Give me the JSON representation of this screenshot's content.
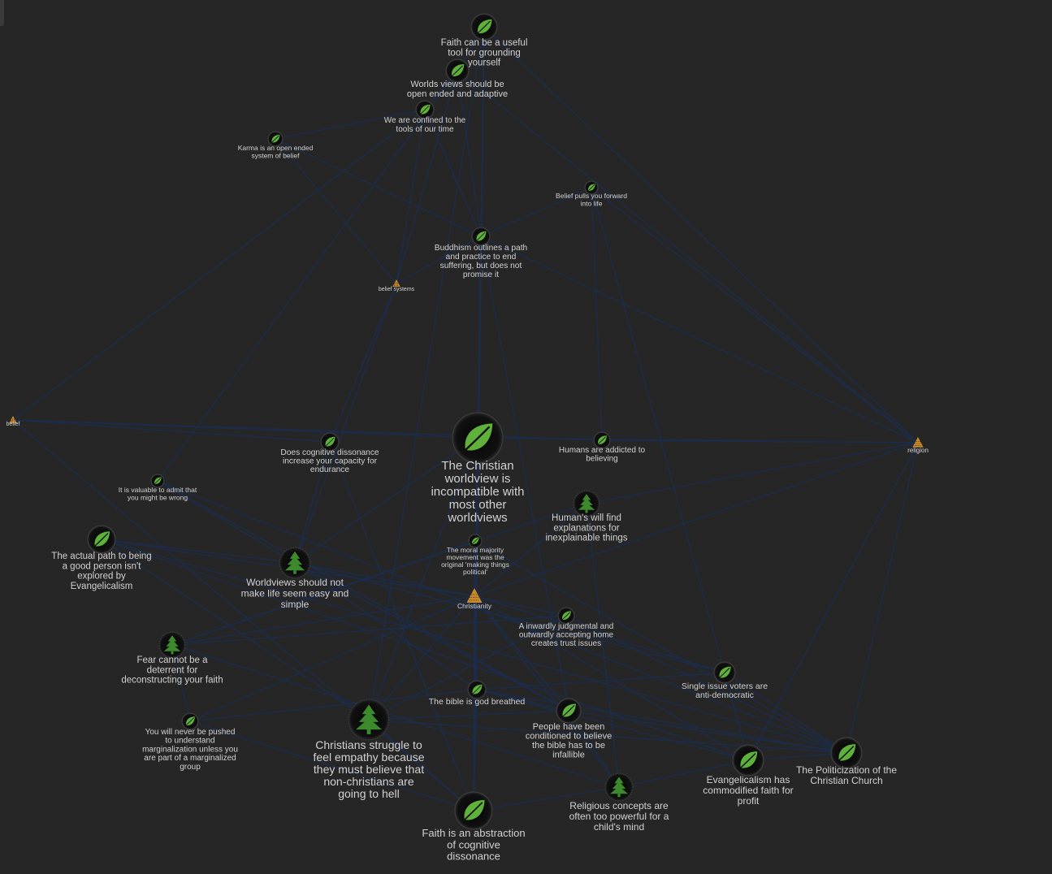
{
  "colors": {
    "background": "#262626",
    "edge": "#1c2d4f",
    "label": "#d2d2d2",
    "leaf": "#5fb13b",
    "tree": "#3d8a2c",
    "tag": "#c98a2a",
    "node_disc": "#0d0d0d"
  },
  "graph": {
    "nodes": [
      {
        "id": "n1",
        "type": "leaf",
        "label": "Faith can be a useful tool for grounding yourself",
        "lines": [
          "Faith can be a useful",
          "tool for grounding",
          "yourself"
        ]
      },
      {
        "id": "n2",
        "type": "leaf",
        "label": "Worlds views should be open ended and adaptive",
        "lines": [
          "Worlds views should be",
          "open ended and adaptive"
        ]
      },
      {
        "id": "n3",
        "type": "leaf",
        "label": "We are confined to the tools of our time",
        "lines": [
          "We are confined to the",
          "tools of our time"
        ]
      },
      {
        "id": "n4",
        "type": "leaf",
        "label": "Karma is an open ended system of belief",
        "lines": [
          "Karma is an open ended",
          "system of belief"
        ]
      },
      {
        "id": "n5",
        "type": "leaf",
        "label": "Belief pulls you forward into life",
        "lines": [
          "Belief pulls you forward",
          "into life"
        ]
      },
      {
        "id": "n6",
        "type": "leaf",
        "label": "Buddhism outlines a path and practice to end suffering, but does not promise it",
        "lines": [
          "Buddhism outlines a path",
          "and practice to end",
          "suffering, but does not",
          "promise it"
        ]
      },
      {
        "id": "t1",
        "type": "tag",
        "label": "belief systems",
        "lines": [
          "belief systems"
        ]
      },
      {
        "id": "t2",
        "type": "tag",
        "label": "belief",
        "lines": [
          "belief"
        ]
      },
      {
        "id": "t3",
        "type": "tag",
        "label": "religion",
        "lines": [
          "religion"
        ]
      },
      {
        "id": "t4",
        "type": "tag",
        "label": "Christianity",
        "lines": [
          "Christianity"
        ]
      },
      {
        "id": "n7",
        "type": "leaf",
        "label": "The Christian worldview is incompatible with most other worldviews",
        "lines": [
          "The Christian",
          "worldview is",
          "incompatible with",
          "most other",
          "worldviews"
        ]
      },
      {
        "id": "n8",
        "type": "leaf",
        "label": "Does cognitive dissonance increase your capacity for endurance",
        "lines": [
          "Does cognitive dissonance",
          "increase your capacity for",
          "endurance"
        ]
      },
      {
        "id": "n9",
        "type": "leaf",
        "label": "Humans are addicted to believing",
        "lines": [
          "Humans are addicted to",
          "believing"
        ]
      },
      {
        "id": "n10",
        "type": "leaf",
        "label": "It is valuable to admit that you might be wrong",
        "lines": [
          "It is valuable to admit that",
          "you might be wrong"
        ]
      },
      {
        "id": "n11",
        "type": "tree",
        "label": "Human's will find explanations for inexplainable things",
        "lines": [
          "Human's will find",
          "explanations for",
          "inexplainable things"
        ]
      },
      {
        "id": "n12",
        "type": "leaf",
        "label": "The actual path to being a good person isn't explored by Evangelicalism",
        "lines": [
          "The actual path to being",
          "a good person isn't",
          "explored by",
          "Evangelicalism"
        ]
      },
      {
        "id": "n13",
        "type": "tree",
        "label": "Worldviews should not make life seem easy and simple",
        "lines": [
          "Worldviews should not",
          "make life seem easy and",
          "simple"
        ]
      },
      {
        "id": "n14",
        "type": "leaf",
        "label": "The moral majority movement was the original 'making things political'",
        "lines": [
          "The moral majority",
          "movement was the",
          "original 'making things",
          "political'"
        ]
      },
      {
        "id": "n15",
        "type": "leaf",
        "label": "A inwardly judgmental and outwardly accepting home creates trust issues",
        "lines": [
          "A inwardly judgmental and",
          "outwardly accepting home",
          "creates trust issues"
        ]
      },
      {
        "id": "n16",
        "type": "tree",
        "label": "Fear cannot be a deterrent for deconstructing your faith",
        "lines": [
          "Fear cannot be a",
          "deterrent for",
          "deconstructing your faith"
        ]
      },
      {
        "id": "n17",
        "type": "leaf",
        "label": "Single issue voters are anti-democratic",
        "lines": [
          "Single issue voters are",
          "anti-democratic"
        ]
      },
      {
        "id": "n18",
        "type": "leaf",
        "label": "The bible is god breathed",
        "lines": [
          "The bible is god breathed"
        ]
      },
      {
        "id": "n19",
        "type": "leaf",
        "label": "People have been conditioned to believe the bible has to be infallible",
        "lines": [
          "People have been",
          "conditioned to believe",
          "the bible has to be",
          "infallible"
        ]
      },
      {
        "id": "n20",
        "type": "leaf",
        "label": "You will never be pushed to understand marginalization unless you are part of a marginalized group",
        "lines": [
          "You will never be pushed",
          "to understand",
          "marginalization unless you",
          "are part of a marginalized",
          "group"
        ]
      },
      {
        "id": "n21",
        "type": "tree",
        "label": "Christians struggle to feel empathy because they must believe that non-christians are going to hell",
        "lines": [
          "Christians struggle to",
          "feel empathy because",
          "they must believe that",
          "non-christians are",
          "going to hell"
        ]
      },
      {
        "id": "n22",
        "type": "leaf",
        "label": "The Politicization of the Christian Church",
        "lines": [
          "The Politicization of the",
          "Christian Church"
        ]
      },
      {
        "id": "n23",
        "type": "leaf",
        "label": "Evangelicalism has commodified faith for profit",
        "lines": [
          "Evangelicalism has",
          "commodified faith for",
          "profit"
        ]
      },
      {
        "id": "n24",
        "type": "tree",
        "label": "Religious concepts are often too powerful for a child's mind",
        "lines": [
          "Religious concepts are",
          "often too powerful for a",
          "child's mind"
        ]
      },
      {
        "id": "n25",
        "type": "leaf",
        "label": "Faith is an abstraction of cognitive dissonance",
        "lines": [
          "Faith is an abstraction",
          "of cognitive",
          "dissonance"
        ]
      }
    ],
    "edges": [
      [
        "n1",
        "n2"
      ],
      [
        "n1",
        "n6"
      ],
      [
        "n1",
        "t3"
      ],
      [
        "n1",
        "n25"
      ],
      [
        "n1",
        "n21"
      ],
      [
        "n2",
        "n3"
      ],
      [
        "n2",
        "n6"
      ],
      [
        "n2",
        "t1"
      ],
      [
        "n2",
        "t3"
      ],
      [
        "n2",
        "n10"
      ],
      [
        "n3",
        "n4"
      ],
      [
        "n3",
        "t1"
      ],
      [
        "n3",
        "n6"
      ],
      [
        "n3",
        "t2"
      ],
      [
        "n4",
        "t1"
      ],
      [
        "n4",
        "n6"
      ],
      [
        "n5",
        "t3"
      ],
      [
        "n5",
        "n6"
      ],
      [
        "n5",
        "n9"
      ],
      [
        "n5",
        "n17"
      ],
      [
        "n6",
        "t1"
      ],
      [
        "n6",
        "t3"
      ],
      [
        "n6",
        "n7"
      ],
      [
        "n6",
        "n25"
      ],
      [
        "n6",
        "n19"
      ],
      [
        "t1",
        "n13"
      ],
      [
        "t1",
        "n8"
      ],
      [
        "t2",
        "n9"
      ],
      [
        "t2",
        "n7"
      ],
      [
        "t2",
        "n8"
      ],
      [
        "t2",
        "n25"
      ],
      [
        "t3",
        "n22"
      ],
      [
        "t3",
        "n23"
      ],
      [
        "t3",
        "n9"
      ],
      [
        "t3",
        "n7"
      ],
      [
        "t3",
        "n11"
      ],
      [
        "t3",
        "t4"
      ],
      [
        "n7",
        "n25"
      ],
      [
        "n7",
        "n21"
      ],
      [
        "n7",
        "n13"
      ],
      [
        "n7",
        "t4"
      ],
      [
        "n8",
        "n13"
      ],
      [
        "n8",
        "n25"
      ],
      [
        "n10",
        "n13"
      ],
      [
        "n10",
        "n19"
      ],
      [
        "n10",
        "n22"
      ],
      [
        "n11",
        "t4"
      ],
      [
        "n11",
        "n16"
      ],
      [
        "n11",
        "n24"
      ],
      [
        "n12",
        "n13"
      ],
      [
        "n12",
        "t4"
      ],
      [
        "n12",
        "n22"
      ],
      [
        "n12",
        "n23"
      ],
      [
        "n12",
        "n21"
      ],
      [
        "n13",
        "t4"
      ],
      [
        "n13",
        "n18"
      ],
      [
        "n13",
        "n19"
      ],
      [
        "n13",
        "n17"
      ],
      [
        "n14",
        "t4"
      ],
      [
        "n14",
        "n22"
      ],
      [
        "n14",
        "n16"
      ],
      [
        "t4",
        "n15"
      ],
      [
        "t4",
        "n18"
      ],
      [
        "t4",
        "n19"
      ],
      [
        "t4",
        "n21"
      ],
      [
        "t4",
        "n20"
      ],
      [
        "t4",
        "n16"
      ],
      [
        "t4",
        "n17"
      ],
      [
        "t4",
        "n23"
      ],
      [
        "t4",
        "n24"
      ],
      [
        "t4",
        "n25"
      ],
      [
        "n15",
        "n22"
      ],
      [
        "n15",
        "n21"
      ],
      [
        "n15",
        "n16"
      ],
      [
        "n16",
        "n24"
      ],
      [
        "n16",
        "n20"
      ],
      [
        "n17",
        "n22"
      ],
      [
        "n17",
        "n23"
      ],
      [
        "n17",
        "n18"
      ],
      [
        "n18",
        "n25"
      ],
      [
        "n18",
        "n19"
      ],
      [
        "n18",
        "n23"
      ],
      [
        "n18",
        "n22"
      ],
      [
        "n18",
        "n20"
      ],
      [
        "n19",
        "n22"
      ],
      [
        "n19",
        "n24"
      ],
      [
        "n19",
        "n21"
      ],
      [
        "n20",
        "n25"
      ],
      [
        "n21",
        "n25"
      ],
      [
        "n21",
        "n22"
      ],
      [
        "n22",
        "n23"
      ],
      [
        "n23",
        "n24"
      ],
      [
        "n24",
        "n25"
      ]
    ]
  }
}
